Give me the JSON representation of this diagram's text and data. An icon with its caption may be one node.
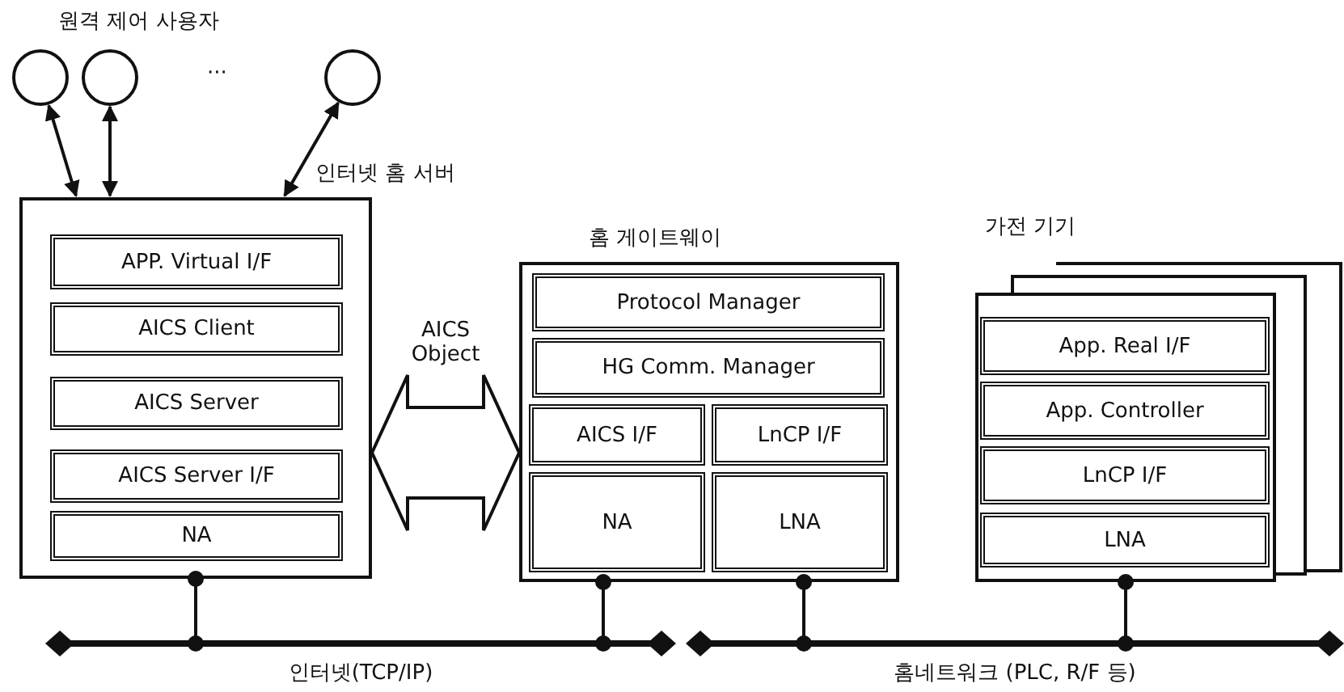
{
  "diagram": {
    "nodes": [
      {
        "text": [],
        "shape": "circle"
      },
      {
        "text": [],
        "shape": "circle"
      },
      {
        "text": [],
        "shape": "circle"
      },
      {
        "text": [
          "인터넷 홈 서버"
        ]
      },
      {
        "text": [
          "APP. Virtual I/F"
        ],
        "in": 3
      },
      {
        "text": [
          "AICS Client"
        ],
        "in": 3
      },
      {
        "text": [
          "AICS Server"
        ],
        "in": 3
      },
      {
        "text": [
          "AICS Server I/F"
        ],
        "in": 3
      },
      {
        "text": [
          "NA"
        ],
        "in": 3
      },
      {
        "text": [
          "홈 게이트웨이"
        ]
      },
      {
        "text": [
          "Protocol Manager"
        ],
        "in": 9
      },
      {
        "text": [
          "HG Comm. Manager"
        ],
        "in": 9
      },
      {
        "text": [
          "AICS I/F"
        ],
        "in": 9
      },
      {
        "text": [
          "LnCP I/F"
        ],
        "in": 9
      },
      {
        "text": [
          "NA"
        ],
        "in": 9
      },
      {
        "text": [
          "LNA"
        ],
        "in": 9
      },
      {
        "text": [
          "가전 기기"
        ]
      },
      {
        "text": [
          "App. Real I/F"
        ],
        "in": 16
      },
      {
        "text": [
          "App. Controller"
        ],
        "in": 16
      },
      {
        "text": [
          "LnCP I/F"
        ],
        "in": 16
      },
      {
        "text": [
          "LNA"
        ],
        "in": 16
      },
      {
        "text": [
          "인터넷(TCP/IP)"
        ]
      },
      {
        "text": [
          "홈네트워크 (PLC, R/F 등)"
        ]
      }
    ],
    "edges": [
      {
        "from": 0,
        "to": 3,
        "arrow": "both"
      },
      {
        "from": 1,
        "to": 3,
        "arrow": "both"
      },
      {
        "from": 2,
        "to": 3,
        "arrow": "both"
      },
      {
        "from": 3,
        "to": 9,
        "arrow": "both",
        "label": "AICS Object",
        "style": "thick"
      },
      {
        "from": 3,
        "to": 21,
        "arrow": "other"
      },
      {
        "from": 9,
        "to": 21,
        "arrow": "other"
      },
      {
        "from": 9,
        "to": 22,
        "arrow": "other"
      },
      {
        "from": 16,
        "to": 22,
        "arrow": "other"
      }
    ],
    "labels": [
      "원격 제어 사용자",
      "···"
    ]
  }
}
